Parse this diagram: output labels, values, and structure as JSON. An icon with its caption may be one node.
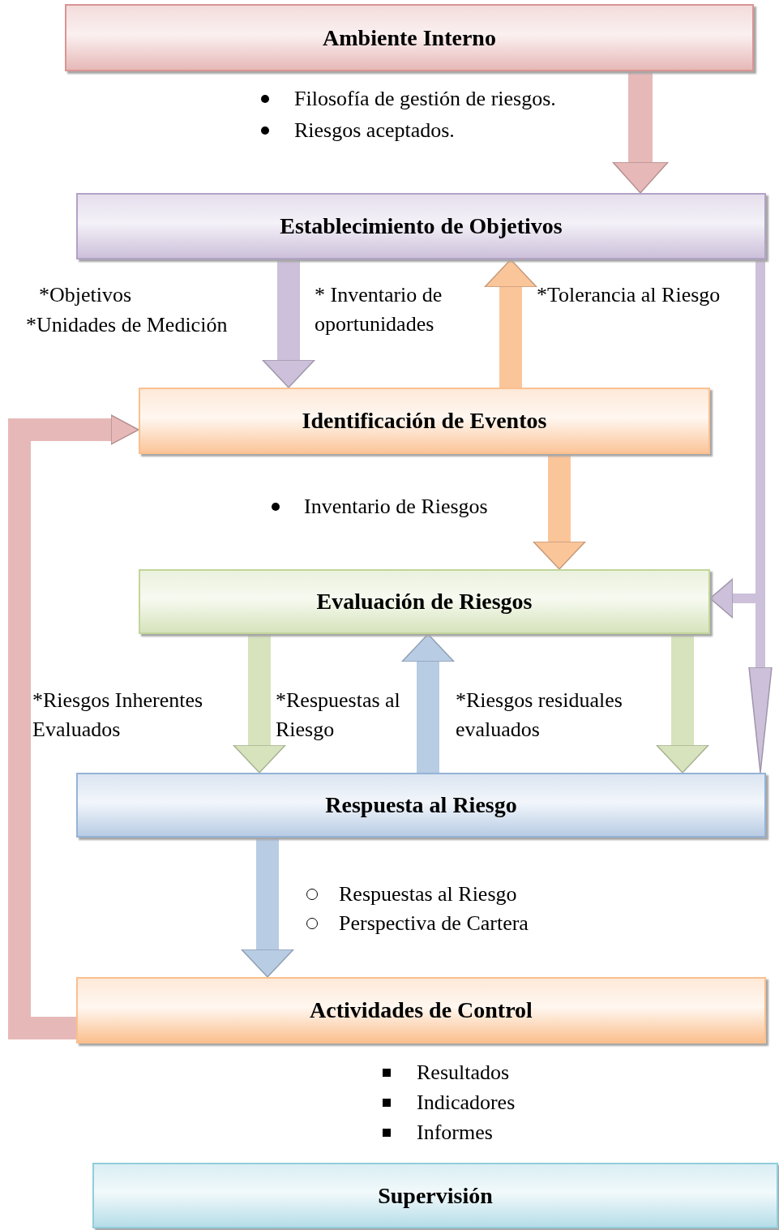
{
  "diagram": {
    "nodes": [
      {
        "text": [
          "Ambiente Interno"
        ]
      },
      {
        "text": [
          "Establecimiento de Objetivos"
        ]
      },
      {
        "text": [
          "Identificación de Eventos"
        ]
      },
      {
        "text": [
          "Evaluación de Riesgos"
        ]
      },
      {
        "text": [
          "Respuesta al Riesgo"
        ]
      },
      {
        "text": [
          "Actividades de Control"
        ]
      },
      {
        "text": [
          "Supervisión"
        ]
      }
    ],
    "edges": [
      {
        "from": 0,
        "to": 1,
        "arrow": "to",
        "color": "#e6b9b8"
      },
      {
        "from": 1,
        "to": 2,
        "arrow": "to",
        "color": "#ccc0da"
      },
      {
        "from": 2,
        "to": 1,
        "arrow": "to",
        "color": "#fbc59a"
      },
      {
        "from": 5,
        "to": 2,
        "arrow": "to",
        "color": "#e6b9b8"
      },
      {
        "from": 2,
        "to": 3,
        "arrow": "to",
        "color": "#fbc59a"
      },
      {
        "from": 1,
        "to": 4,
        "arrow": "to",
        "color": "#ccc0da"
      },
      {
        "from": 1,
        "to": 3,
        "arrow": "to",
        "color": "#ccc0da"
      },
      {
        "from": 3,
        "to": 4,
        "arrow": "to",
        "color": "#d6e3bc"
      },
      {
        "from": 3,
        "to": 4,
        "arrow": "to",
        "color": "#d6e3bc"
      },
      {
        "from": 4,
        "to": 3,
        "arrow": "to",
        "color": "#b8cce4"
      },
      {
        "from": 4,
        "to": 5,
        "arrow": "to",
        "color": "#b8cce4"
      }
    ],
    "labels": [
      "Filosofía de gestión de riesgos.",
      "Riesgos aceptados.",
      "*Objetivos",
      "*Unidades de Medición",
      "* Inventario de oportunidades",
      "*Tolerancia al Riesgo",
      "Inventario de Riesgos",
      "*Riesgos Inherentes Evaluados",
      "*Respuestas al Riesgo",
      "*Riesgos residuales evaluados",
      "Respuestas al Riesgo",
      "Perspectiva de Cartera",
      "Resultados",
      "Indicadores",
      "Informes"
    ]
  }
}
